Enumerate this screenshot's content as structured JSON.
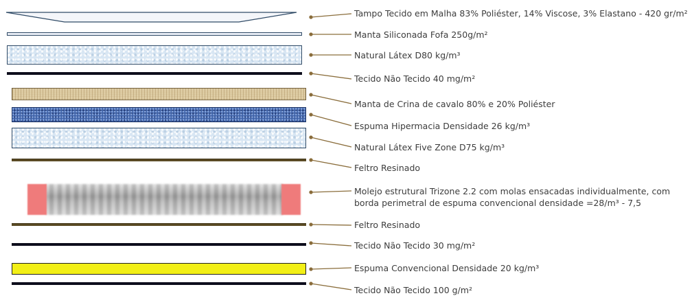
{
  "layers": [
    {
      "id": "tampo",
      "label": "Tampo Tecido em Malha 83% Poliéster, 14% Viscose, 3% Elastano  - 420 gr/m²"
    },
    {
      "id": "manta-siliconada",
      "label": "Manta Siliconada Fofa 250g/m²"
    },
    {
      "id": "latex-d80",
      "label": "Natural Látex  D80 kg/m³"
    },
    {
      "id": "tnt-40",
      "label": "Tecido Não Tecido 40 mg/m²"
    },
    {
      "id": "crina",
      "label": "Manta de Crina de cavalo  80% e  20% Poliéster"
    },
    {
      "id": "hipermacia",
      "label": "Espuma Hipermacia  Densidade 26 kg/m³"
    },
    {
      "id": "latex-five-zone",
      "label": "Natural Látex Five Zone  D75 kg/m³"
    },
    {
      "id": "feltro-1",
      "label": "Feltro Resinado"
    },
    {
      "id": "molejo",
      "label": "Molejo estrutural  Trizone 2.2 com molas ensacadas individualmente, com borda perimetral de espuma  convencional densidade =28/m³ - 7,5"
    },
    {
      "id": "feltro-2",
      "label": "Feltro Resinado"
    },
    {
      "id": "tnt-30",
      "label": "Tecido Não Tecido 30 mg/m²"
    },
    {
      "id": "espuma-convencional",
      "label": "Espuma Convencional Densidade 20 kg/m³"
    },
    {
      "id": "tnt-100",
      "label": "Tecido Não Tecido 100 g/m²"
    }
  ],
  "colors": {
    "leader": "#8a6d3b",
    "label_text": "#3c3c3c",
    "spring_edge": "#ef7b7b",
    "yellow_foam": "#f2ef16"
  }
}
